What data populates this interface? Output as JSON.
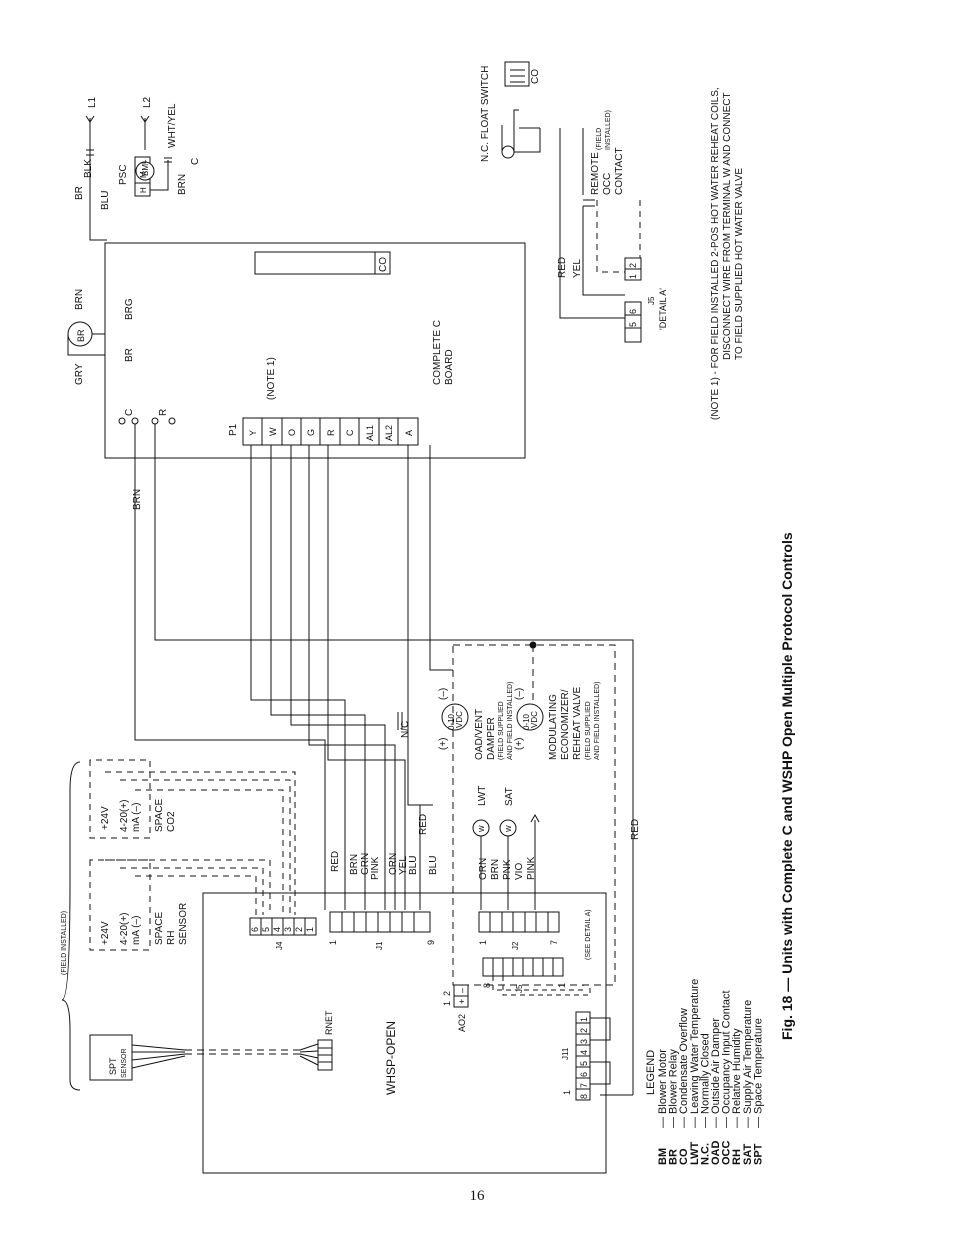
{
  "caption": "Fig. 18 — Units with Complete C and WSHP Open Multiple Protocol Controls",
  "page_number": "16",
  "motor": {
    "l1": "L1",
    "l2": "L2",
    "psc": "PSC",
    "bm": "BM",
    "taps": [
      "L",
      "M",
      "H"
    ],
    "br": "BR",
    "blk": "BLK",
    "blu": "BLU",
    "brn": "BRN",
    "wht_yel": "WHT/YEL",
    "c": "C"
  },
  "blower_relay": {
    "label": "BR",
    "gry": "GRY",
    "brn": "BRN",
    "brg": "BRG",
    "br": "BR"
  },
  "float_switch": {
    "label": "N.C. FLOAT SWITCH",
    "co": "CO"
  },
  "remote_occ": {
    "lines": [
      "REMOTE",
      "OCC",
      "CONTACT"
    ],
    "field": [
      "(FIELD",
      "INSTALLED)"
    ],
    "yel": "YEL",
    "red": "RED"
  },
  "j5_detail": {
    "pins_a": [
      "2",
      "1"
    ],
    "pins_b": [
      "6",
      "5"
    ],
    "label": "J5",
    "detail": "'DETAIL A'"
  },
  "note": {
    "lines": [
      "(NOTE 1) -  FOR FIELD INSTALLED 2-POS HOT WATER REHEAT COILS,",
      "DISCONNECT WIRE FROM TERMINAL W AND CONNECT",
      "TO FIELD SUPPLIED HOT WATER VALVE"
    ]
  },
  "complete_c": {
    "lines": [
      "COMPLETE C",
      "BOARD"
    ],
    "co": "CO",
    "p1": "P1",
    "note1": "(NOTE 1)",
    "c": "C",
    "r": "R",
    "terminals": [
      "Y",
      "W",
      "O",
      "G",
      "R",
      "C",
      "AL1",
      "AL2",
      "A"
    ]
  },
  "wires": {
    "brn": "BRN",
    "red": "RED",
    "n_c": "N/C"
  },
  "oad": {
    "plus": "(+)",
    "minus": "(–)",
    "vdc": [
      "0-10",
      "VDC"
    ],
    "lines": [
      "OAD/VENT",
      "DAMPER"
    ],
    "field": [
      "(FIELD SUPPLIED",
      "AND FIELD INSTALLED)"
    ]
  },
  "econ": {
    "plus": "(+)",
    "minus": "(–)",
    "vdc": [
      "0-10",
      "VDC"
    ],
    "lines": [
      "MODULATING",
      "ECONOMIZER/",
      "REHEAT VALVE"
    ],
    "field": [
      "(FIELD SUPPLIED",
      "AND FIELD INSTALLED)"
    ]
  },
  "sensors": {
    "lwt": "LWT",
    "sat": "SAT",
    "w": "W"
  },
  "co2_sensor": {
    "v24": "+24V",
    "ma": [
      "4-20(+)",
      "mA (–)"
    ],
    "lines": [
      "SPACE",
      "CO2"
    ]
  },
  "rh_sensor": {
    "v24": "+24V",
    "ma": [
      "4-20(+)",
      "mA (–)"
    ],
    "lines": [
      "SPACE",
      "RH",
      "SENSOR"
    ]
  },
  "field_installed": "(FIELD INSTALLED)",
  "j4": {
    "pins": [
      "6",
      "5",
      "4",
      "3",
      "2",
      "1"
    ],
    "label": "J4"
  },
  "j1": {
    "colors": [
      "RED",
      "BRN",
      "GRN",
      "PINK",
      "ORN",
      "YEL",
      "BLU",
      "BLU"
    ],
    "first": "1",
    "last": "9",
    "label": "J1"
  },
  "j2": {
    "colors": [
      "ORN",
      "BRN",
      "PNK",
      "VIO",
      "PINK"
    ],
    "first": "1",
    "last": "7",
    "label": "J2",
    "see": "(SEE DETAIL A)"
  },
  "j5_board": {
    "label": "J5",
    "first": "8",
    "last": "1"
  },
  "ao2": {
    "label": "AO2",
    "nums": [
      "2",
      "1"
    ],
    "signs": [
      "–",
      "+"
    ]
  },
  "rnet": {
    "label": "RNET"
  },
  "spt": {
    "label": "SPT",
    "sub": "SENSOR"
  },
  "whsp": {
    "label": "WHSP-OPEN"
  },
  "j11": {
    "pins": [
      "1",
      "2",
      "3",
      "4",
      "5",
      "6",
      "7",
      "8"
    ],
    "label": "J11",
    "one": "1"
  },
  "legend": {
    "title": "LEGEND",
    "items": [
      {
        "abbr": "BM",
        "text": "Blower Motor"
      },
      {
        "abbr": "BR",
        "text": "Blower Relay"
      },
      {
        "abbr": "CO",
        "text": "Condensate Overflow"
      },
      {
        "abbr": "LWT",
        "text": "Leaving Water Temperature"
      },
      {
        "abbr": "N.C.",
        "text": "Normally Closed"
      },
      {
        "abbr": "OAD",
        "text": "Outside Air Damper"
      },
      {
        "abbr": "OCC",
        "text": "Occupancy Input Contact"
      },
      {
        "abbr": "RH",
        "text": "Relative Humidity"
      },
      {
        "abbr": "SAT",
        "text": "Supply Air Temperature"
      },
      {
        "abbr": "SPT",
        "text": "Space Temperature"
      }
    ]
  }
}
